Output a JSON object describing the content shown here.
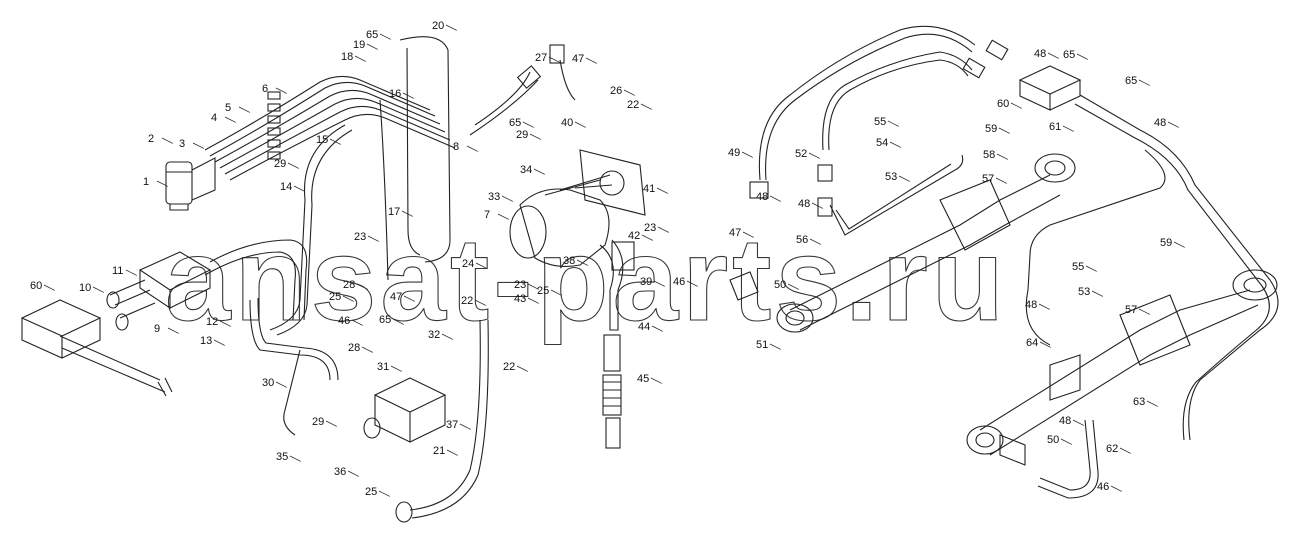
{
  "watermark": "ansat-parts.ru",
  "labels": {
    "left_assembly": [
      "1",
      "2",
      "3",
      "4",
      "5",
      "6",
      "29",
      "15",
      "16",
      "18",
      "19",
      "65",
      "20",
      "60",
      "10",
      "11",
      "9",
      "12",
      "13",
      "14",
      "17",
      "23",
      "28",
      "25",
      "47",
      "22",
      "46",
      "65",
      "32",
      "31",
      "28",
      "30",
      "29",
      "35",
      "36",
      "37",
      "22",
      "25",
      "21",
      "34",
      "33",
      "7",
      "8",
      "29",
      "65",
      "27",
      "47",
      "26",
      "22",
      "40",
      "41",
      "23",
      "42",
      "39",
      "38",
      "25",
      "24",
      "23",
      "43",
      "44",
      "45"
    ],
    "right_assembly": [
      "49",
      "48",
      "47",
      "46",
      "50",
      "51",
      "52",
      "55",
      "54",
      "53",
      "48",
      "56",
      "59",
      "58",
      "57",
      "48",
      "65",
      "60",
      "65",
      "61",
      "48",
      "59",
      "55",
      "53",
      "57",
      "64",
      "48",
      "63",
      "62",
      "48",
      "50",
      "46"
    ]
  },
  "colors": {
    "line": "#222222",
    "background": "#ffffff"
  }
}
